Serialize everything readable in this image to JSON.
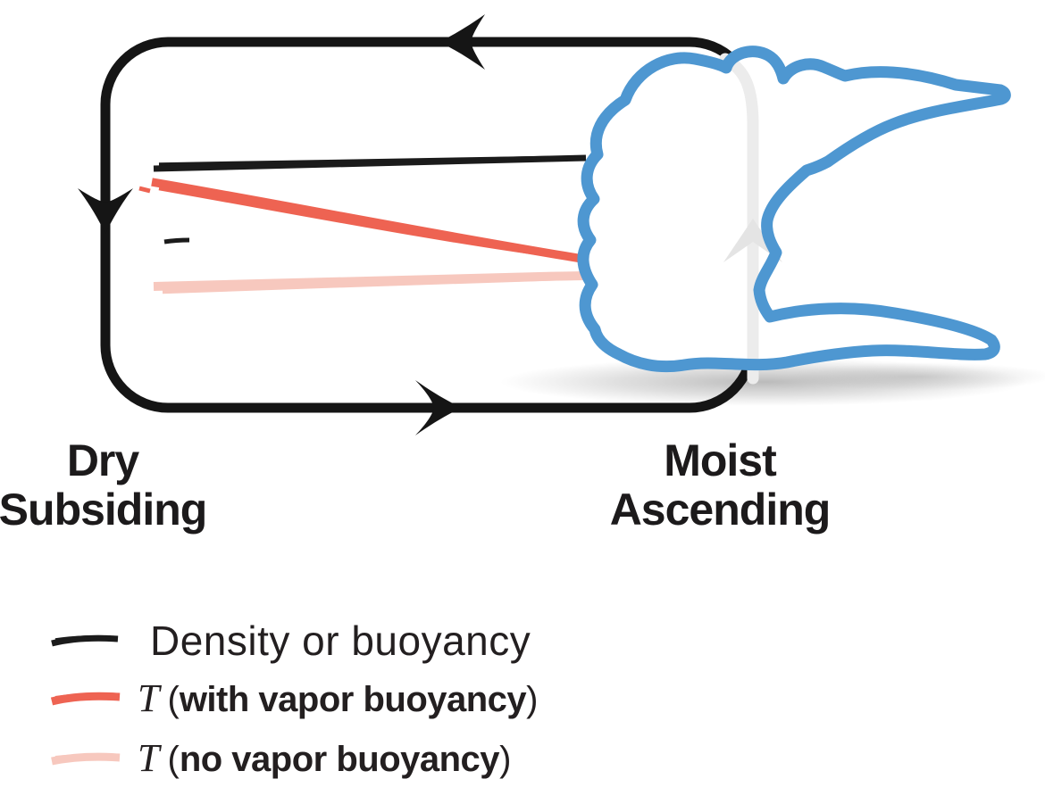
{
  "figure": {
    "left_label_line1": "Dry",
    "left_label_line2": "Subsiding",
    "right_label_line1": "Moist",
    "right_label_line2": "Ascending"
  },
  "legend": {
    "item1": {
      "label": "Density or buoyancy"
    },
    "item2": {
      "symbol": "T",
      "open_paren": "(",
      "bold_text": "with vapor buoyancy",
      "close_paren": ")"
    },
    "item3": {
      "symbol": "T",
      "open_paren": "(",
      "bold_text": "no vapor buoyancy",
      "close_paren": ")"
    }
  },
  "colors": {
    "loop_black": "#151515",
    "density_black": "#1b1b1b",
    "temp_red": "#ee6352",
    "temp_pink": "#f7c8be",
    "cloud_blue": "#4e97d1",
    "cloud_fill": "#ffffff",
    "updraft_gray": "#ececec",
    "updraft_head_gray": "#e4e4e4",
    "text": "#231f20"
  },
  "icons": {
    "loop": "circulation-loop-arrows",
    "cloud": "cumulonimbus-cloud-icon",
    "updraft": "updraft-arrow-icon",
    "swatch1": "black-brush-stroke-icon",
    "swatch2": "red-brush-stroke-icon",
    "swatch3": "pink-brush-stroke-icon"
  }
}
